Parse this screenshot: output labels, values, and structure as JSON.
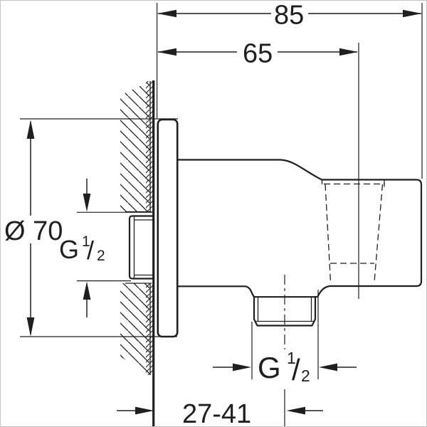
{
  "drawing": {
    "dim_width_total": "85",
    "dim_width_body": "65",
    "dim_flange_diameter": "Ø 70",
    "dim_wall_depth_range": "27-41",
    "inlet_thread": {
      "letter": "G",
      "numerator": "1",
      "slash": "/",
      "denominator": "2"
    },
    "outlet_thread": {
      "letter": "G",
      "numerator": "1",
      "slash": "/",
      "denominator": "2"
    }
  },
  "colors": {
    "line": "#1f1f1f",
    "background": "#ffffff",
    "frame": "#c4c4c4"
  }
}
